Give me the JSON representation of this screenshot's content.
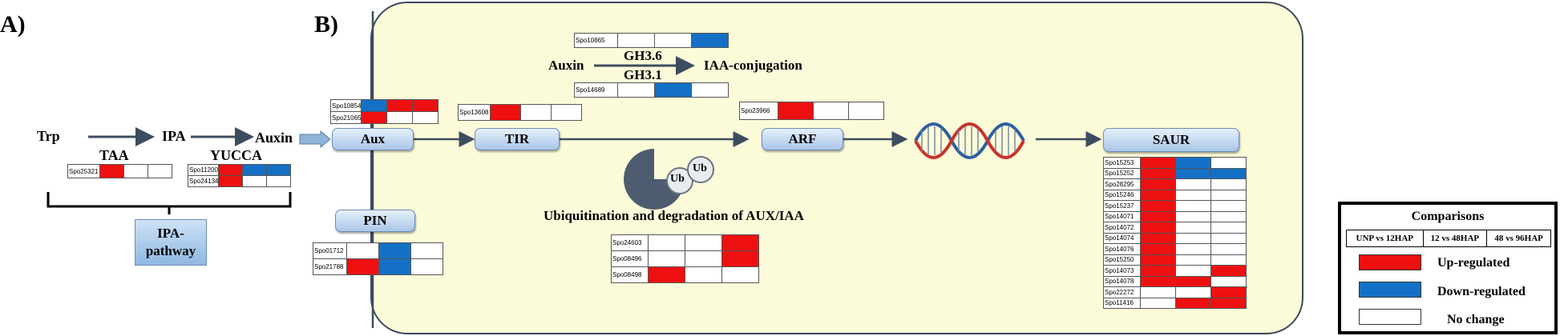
{
  "panel_a_label": "A)",
  "panel_b_label": "B)",
  "pathway_a": {
    "trp": "Trp",
    "ipa": "IPA",
    "auxin": "Auxin",
    "taa": "TAA",
    "yucca": "YUCCA",
    "ipa_pathway": "IPA-\npathway",
    "taa_genes": [
      {
        "id": "Spo25321",
        "states": [
          "up",
          "nc",
          "nc"
        ]
      }
    ],
    "yucca_genes": [
      {
        "id": "Spo11200",
        "states": [
          "up",
          "down",
          "down"
        ]
      },
      {
        "id": "Spo24134",
        "states": [
          "up",
          "nc",
          "nc"
        ]
      }
    ]
  },
  "panel_b": {
    "gh_top_gene": {
      "id": "Spo10865",
      "states": [
        "nc",
        "nc",
        "down"
      ]
    },
    "gh_bottom_gene": {
      "id": "Spo14689",
      "states": [
        "nc",
        "down",
        "nc"
      ]
    },
    "auxin": "Auxin",
    "gh36": "GH3.6",
    "gh31": "GH3.1",
    "iaa_conjugation": "IAA-conjugation",
    "nodes": {
      "aux": "Aux",
      "tir": "TIR",
      "arf": "ARF",
      "saur": "SAUR",
      "pin": "PIN"
    },
    "ub1": "Ub",
    "ub2": "Ub",
    "ubiquitination": "Ubiquitination and degradation of AUX/IAA",
    "aux_genes": [
      {
        "id": "Spo10854",
        "states": [
          "down",
          "up",
          "up"
        ]
      },
      {
        "id": "Spo21065",
        "states": [
          "up",
          "nc",
          "nc"
        ]
      }
    ],
    "tir_genes": [
      {
        "id": "Spo13608",
        "states": [
          "up",
          "nc",
          "nc"
        ]
      }
    ],
    "arf_genes": [
      {
        "id": "Spo23966",
        "states": [
          "up",
          "nc",
          "nc"
        ]
      }
    ],
    "pin_genes": [
      {
        "id": "Spo01712",
        "states": [
          "nc",
          "down",
          "nc"
        ]
      },
      {
        "id": "Spo21788",
        "states": [
          "up",
          "down",
          "nc"
        ]
      }
    ],
    "auxiaa_genes": [
      {
        "id": "Spo24603",
        "states": [
          "nc",
          "nc",
          "up"
        ]
      },
      {
        "id": "Spo08496",
        "states": [
          "nc",
          "nc",
          "up"
        ]
      },
      {
        "id": "Spo08498",
        "states": [
          "up",
          "nc",
          "nc"
        ]
      }
    ],
    "saur_genes": [
      {
        "id": "Spo15253",
        "states": [
          "up",
          "down",
          "nc"
        ]
      },
      {
        "id": "Spo15252",
        "states": [
          "up",
          "down",
          "down"
        ]
      },
      {
        "id": "Spo28295",
        "states": [
          "up",
          "nc",
          "nc"
        ]
      },
      {
        "id": "Spo15246",
        "states": [
          "up",
          "nc",
          "nc"
        ]
      },
      {
        "id": "Spo15237",
        "states": [
          "up",
          "nc",
          "nc"
        ]
      },
      {
        "id": "Spo14071",
        "states": [
          "up",
          "nc",
          "nc"
        ]
      },
      {
        "id": "Spo14072",
        "states": [
          "up",
          "nc",
          "nc"
        ]
      },
      {
        "id": "Spo14074",
        "states": [
          "up",
          "nc",
          "nc"
        ]
      },
      {
        "id": "Spo14076",
        "states": [
          "up",
          "nc",
          "nc"
        ]
      },
      {
        "id": "Spo15250",
        "states": [
          "up",
          "nc",
          "nc"
        ]
      },
      {
        "id": "Spo14073",
        "states": [
          "up",
          "nc",
          "up"
        ]
      },
      {
        "id": "Spo14078",
        "states": [
          "up",
          "up",
          "nc"
        ]
      },
      {
        "id": "Spo22272",
        "states": [
          "nc",
          "nc",
          "up"
        ]
      },
      {
        "id": "Spo11416",
        "states": [
          "nc",
          "up",
          "up"
        ]
      }
    ]
  },
  "legend": {
    "title": "Comparisons",
    "comparisons": [
      "UNP vs 12HAP",
      "12 vs 48HAP",
      "48 vs 96HAP"
    ],
    "up": "Up-regulated",
    "down": "Down-regulated",
    "nochange": "No change"
  },
  "colors": {
    "up": "#ee1010",
    "down": "#1470c6",
    "nc": "#ffffff",
    "panel_bg": "#fcfbd9",
    "arrow": "#3d4d60"
  }
}
